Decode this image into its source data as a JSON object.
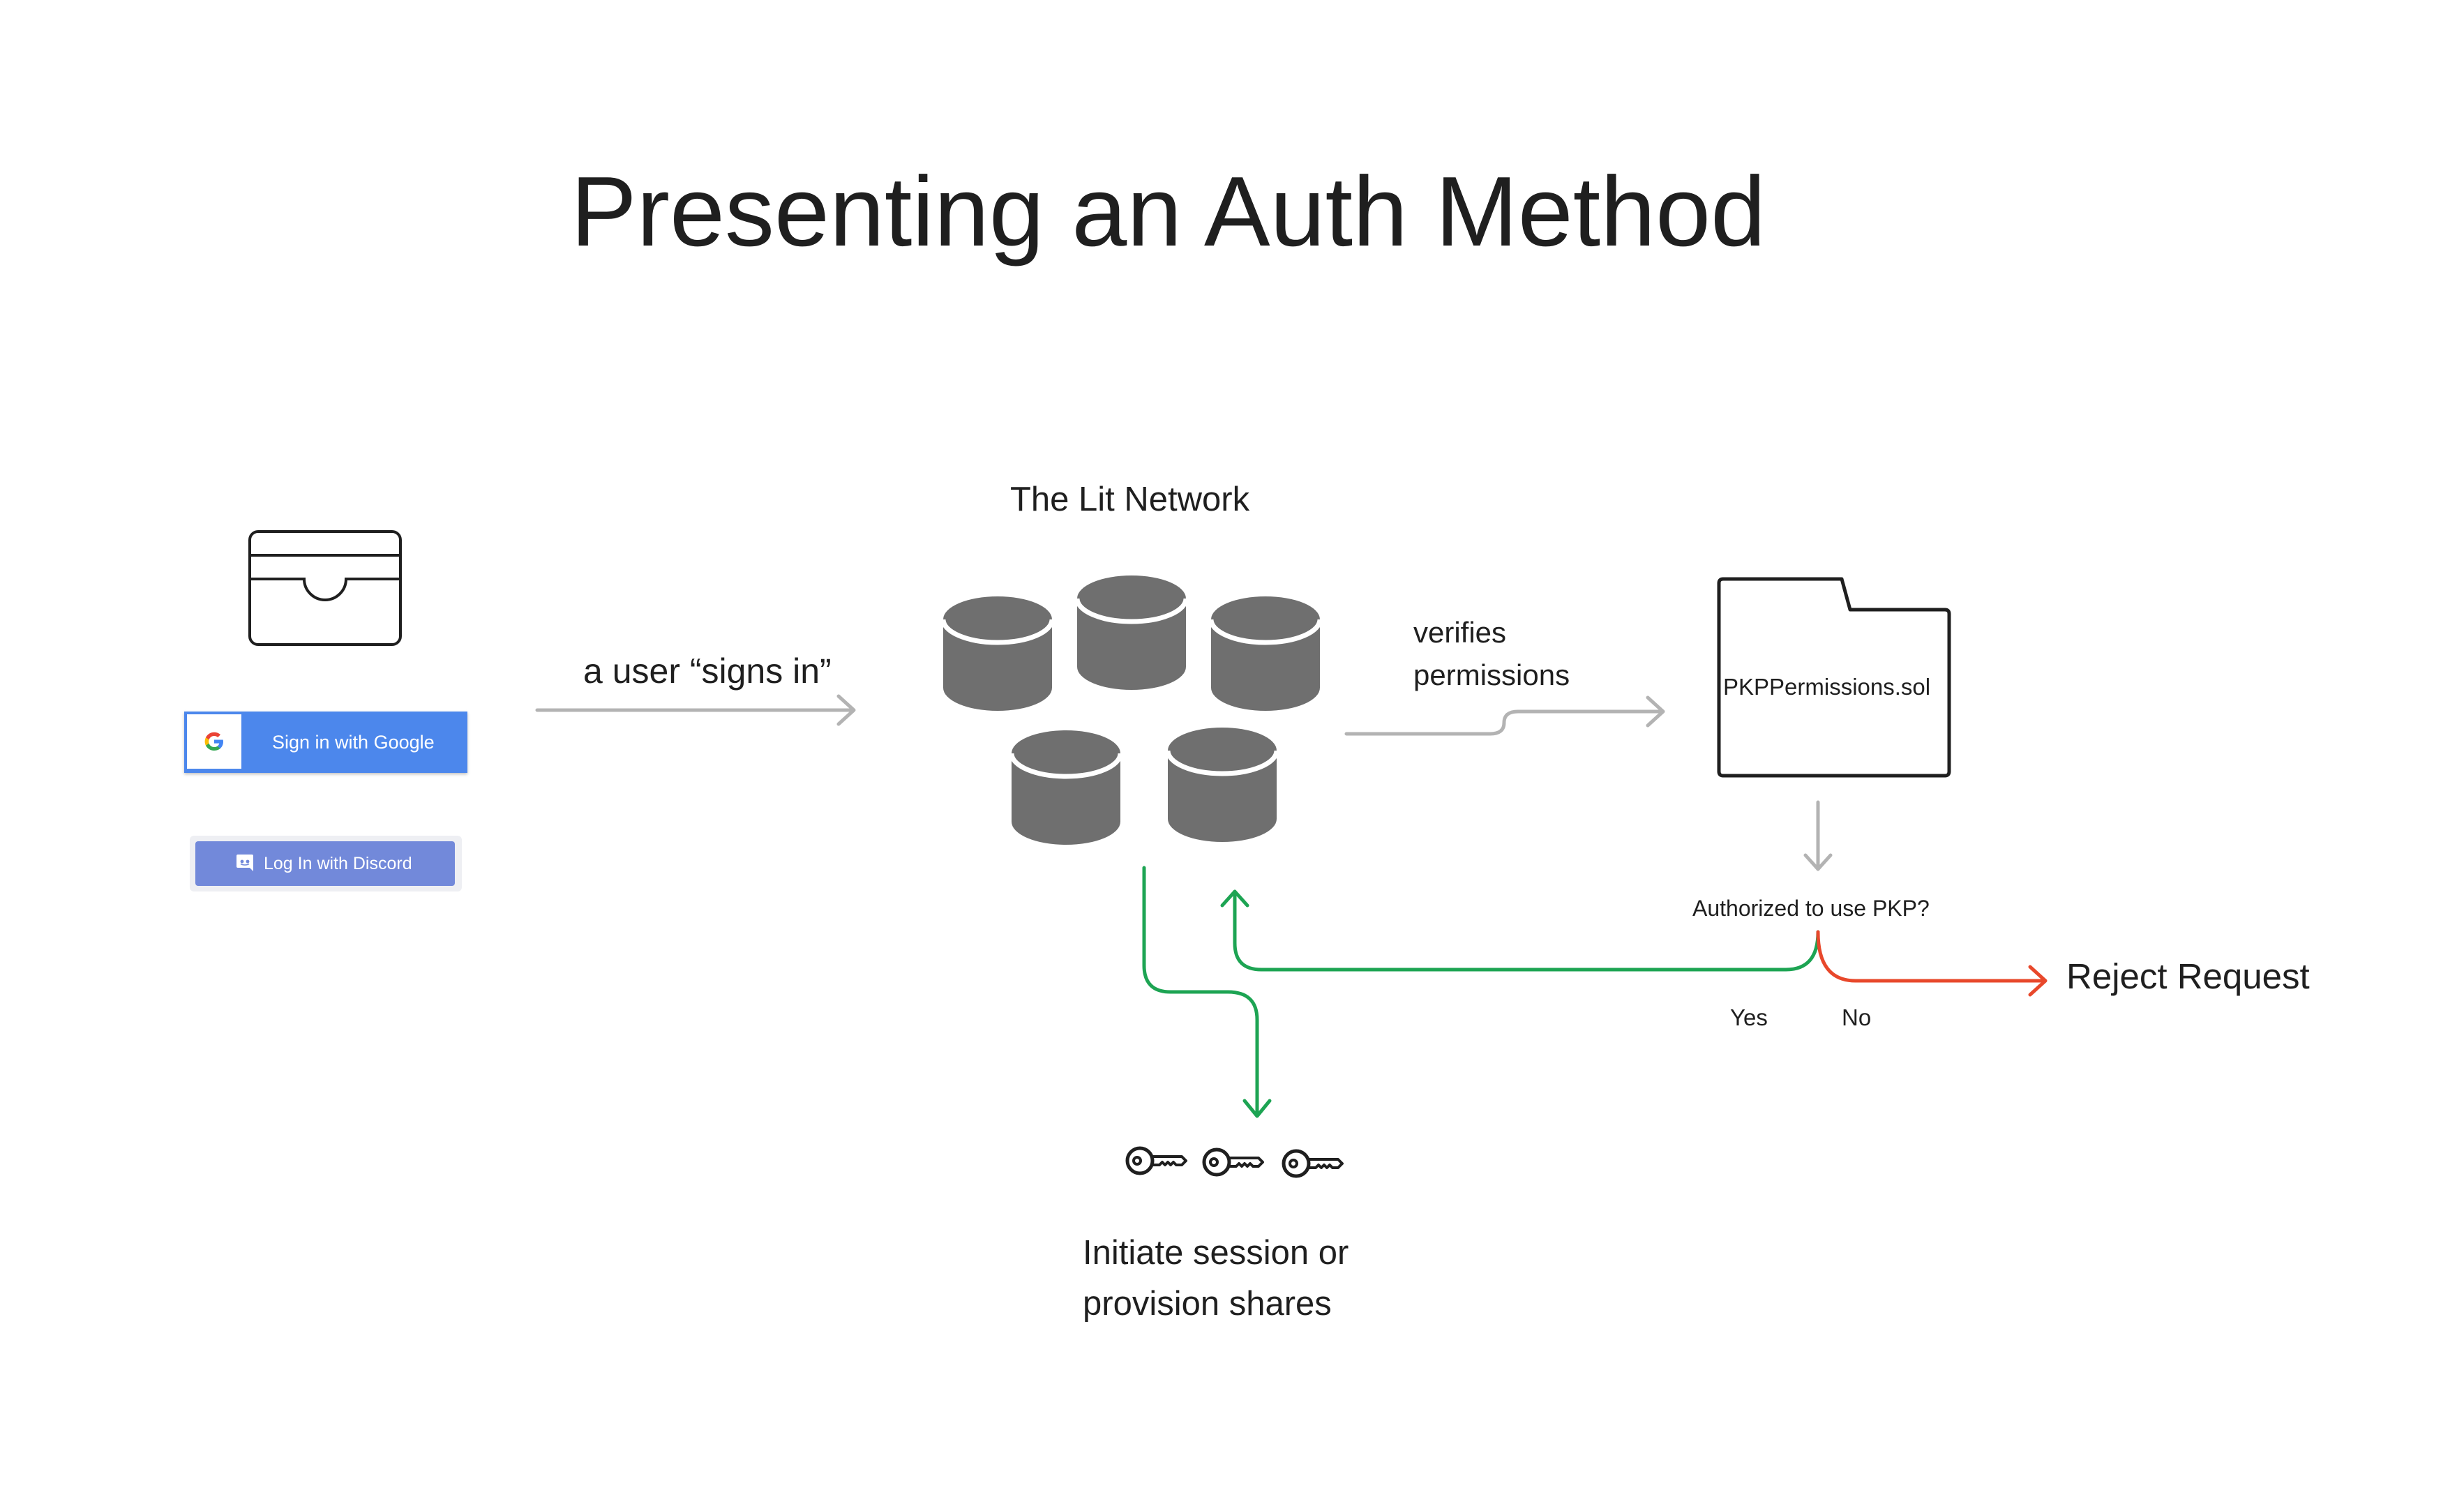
{
  "title": "Presenting an Auth Method",
  "auth_methods": {
    "wallet_icon": "wallet-icon",
    "google_button": {
      "icon": "google-g-icon",
      "label": "Sign in with Google"
    },
    "discord_button": {
      "icon": "discord-icon",
      "label": "Log In with Discord"
    }
  },
  "flow": {
    "sign_in_label": "a user “signs in”",
    "network_label": "The Lit Network",
    "network_nodes_icon": "database-icon",
    "verifies_label_line1": "verifies",
    "verifies_label_line2": "permissions",
    "contract_file": "PKPPermissions.sol",
    "contract_icon": "folder-icon",
    "question": "Authorized to use PKP?",
    "yes_label": "Yes",
    "no_label": "No",
    "reject_label": "Reject Request",
    "key_icons": [
      "key-icon",
      "key-icon",
      "key-icon"
    ],
    "outcome_line1": "Initiate session or",
    "outcome_line2": "provision shares"
  },
  "colors": {
    "text": "#1f1f1f",
    "arrow_gray": "#b3b3b3",
    "database": "#6f6f6f",
    "yes_green": "#1da453",
    "no_red": "#e8482b",
    "google_blue": "#4c87ec",
    "discord_blurple": "#7289da"
  }
}
